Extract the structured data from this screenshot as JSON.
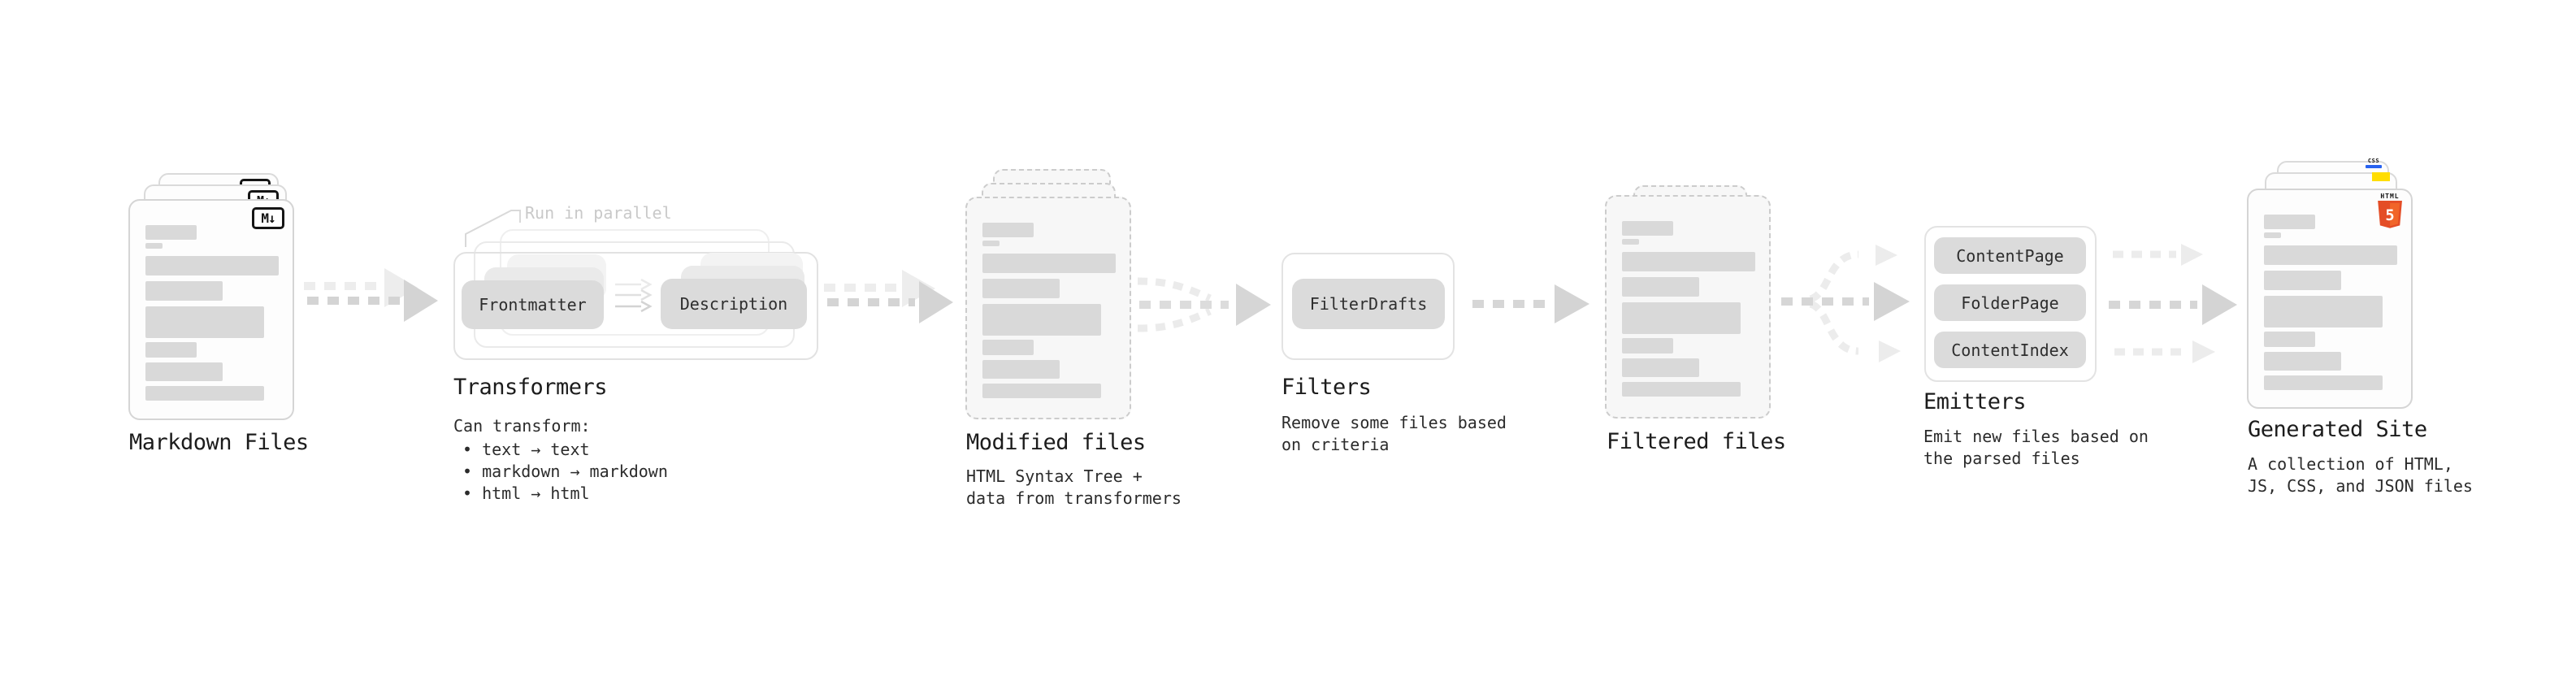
{
  "diagram": {
    "stages": {
      "markdown": {
        "label": "Markdown Files"
      },
      "transformers": {
        "label": "Transformers",
        "annotation": "Run in parallel",
        "pills": [
          "Frontmatter",
          "Description"
        ],
        "desc_title": "Can transform:",
        "bullets": [
          "• text → text",
          "• markdown → markdown",
          "• html → html"
        ]
      },
      "modified": {
        "label": "Modified files",
        "desc": "HTML Syntax Tree +\ndata from transformers"
      },
      "filters": {
        "label": "Filters",
        "pill": "FilterDrafts",
        "desc": "Remove some files based\non criteria"
      },
      "filtered": {
        "label": "Filtered files"
      },
      "emitters": {
        "label": "Emitters",
        "pills": [
          "ContentPage",
          "FolderPage",
          "ContentIndex"
        ],
        "desc": "Emit new files based on\nthe parsed files"
      },
      "generated": {
        "label": "Generated Site",
        "desc": "A collection of HTML,\nJS, CSS, and JSON files"
      }
    },
    "icons": {
      "markdown_badge": "M↓",
      "html5_word": "HTML",
      "html5_number": "5",
      "css_badge": "CSS"
    },
    "colors": {
      "html5_orange": "#e44d26",
      "js_yellow": "#ffdd00",
      "css_blue": "#2862f0"
    }
  }
}
